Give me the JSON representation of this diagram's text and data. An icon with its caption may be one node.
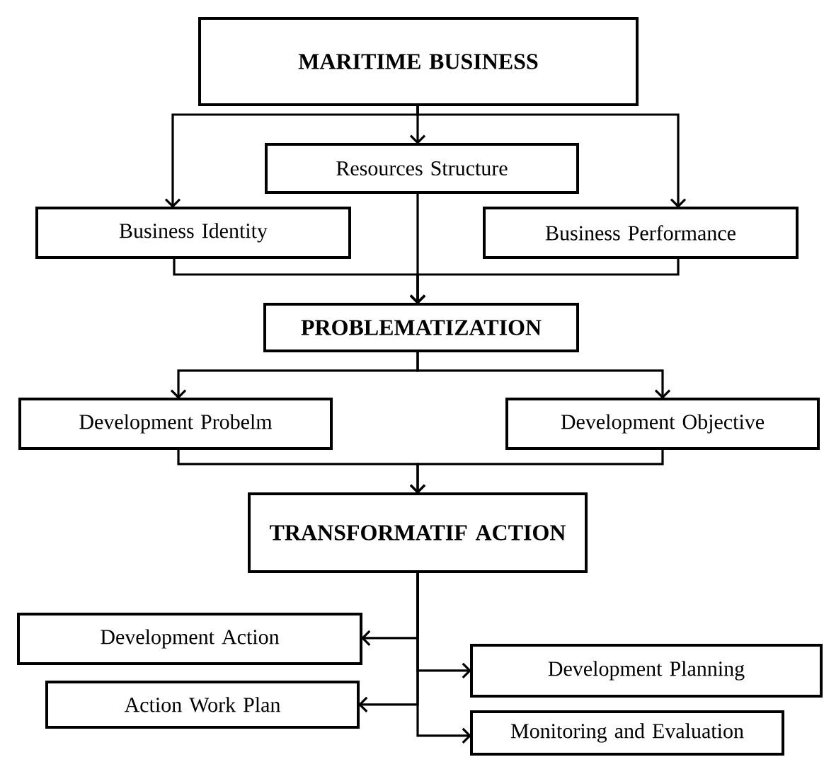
{
  "diagram": {
    "nodes": [
      {
        "text": [
          "MARITIME BUSINESS"
        ]
      },
      {
        "text": [
          "Resources Structure"
        ]
      },
      {
        "text": [
          "Business Identity"
        ]
      },
      {
        "text": [
          "Business Performance"
        ]
      },
      {
        "text": [
          "PROBLEMATIZATION"
        ]
      },
      {
        "text": [
          "Development  Probelm"
        ]
      },
      {
        "text": [
          "Development Objective"
        ]
      },
      {
        "text": [
          "TRANSFORMATIF ACTION"
        ]
      },
      {
        "text": [
          "Development Action"
        ]
      },
      {
        "text": [
          "Development Planning"
        ]
      },
      {
        "text": [
          "Action Work Plan"
        ]
      },
      {
        "text": [
          "Monitoring and Evaluation"
        ]
      }
    ],
    "edges": [
      {
        "from": 0,
        "to": 1,
        "arrow": "to"
      },
      {
        "from": 0,
        "to": 2,
        "arrow": "to"
      },
      {
        "from": 0,
        "to": 3,
        "arrow": "to"
      },
      {
        "from": 1,
        "to": 4,
        "arrow": "to"
      },
      {
        "from": 2,
        "to": 4,
        "arrow": "to"
      },
      {
        "from": 3,
        "to": 4,
        "arrow": "to"
      },
      {
        "from": 4,
        "to": 5,
        "arrow": "to"
      },
      {
        "from": 4,
        "to": 6,
        "arrow": "to"
      },
      {
        "from": 5,
        "to": 7,
        "arrow": "to"
      },
      {
        "from": 6,
        "to": 7,
        "arrow": "to"
      },
      {
        "from": 7,
        "to": 8,
        "arrow": "to"
      },
      {
        "from": 7,
        "to": 9,
        "arrow": "to"
      },
      {
        "from": 7,
        "to": 10,
        "arrow": "to"
      },
      {
        "from": 7,
        "to": 11,
        "arrow": "to"
      }
    ]
  }
}
